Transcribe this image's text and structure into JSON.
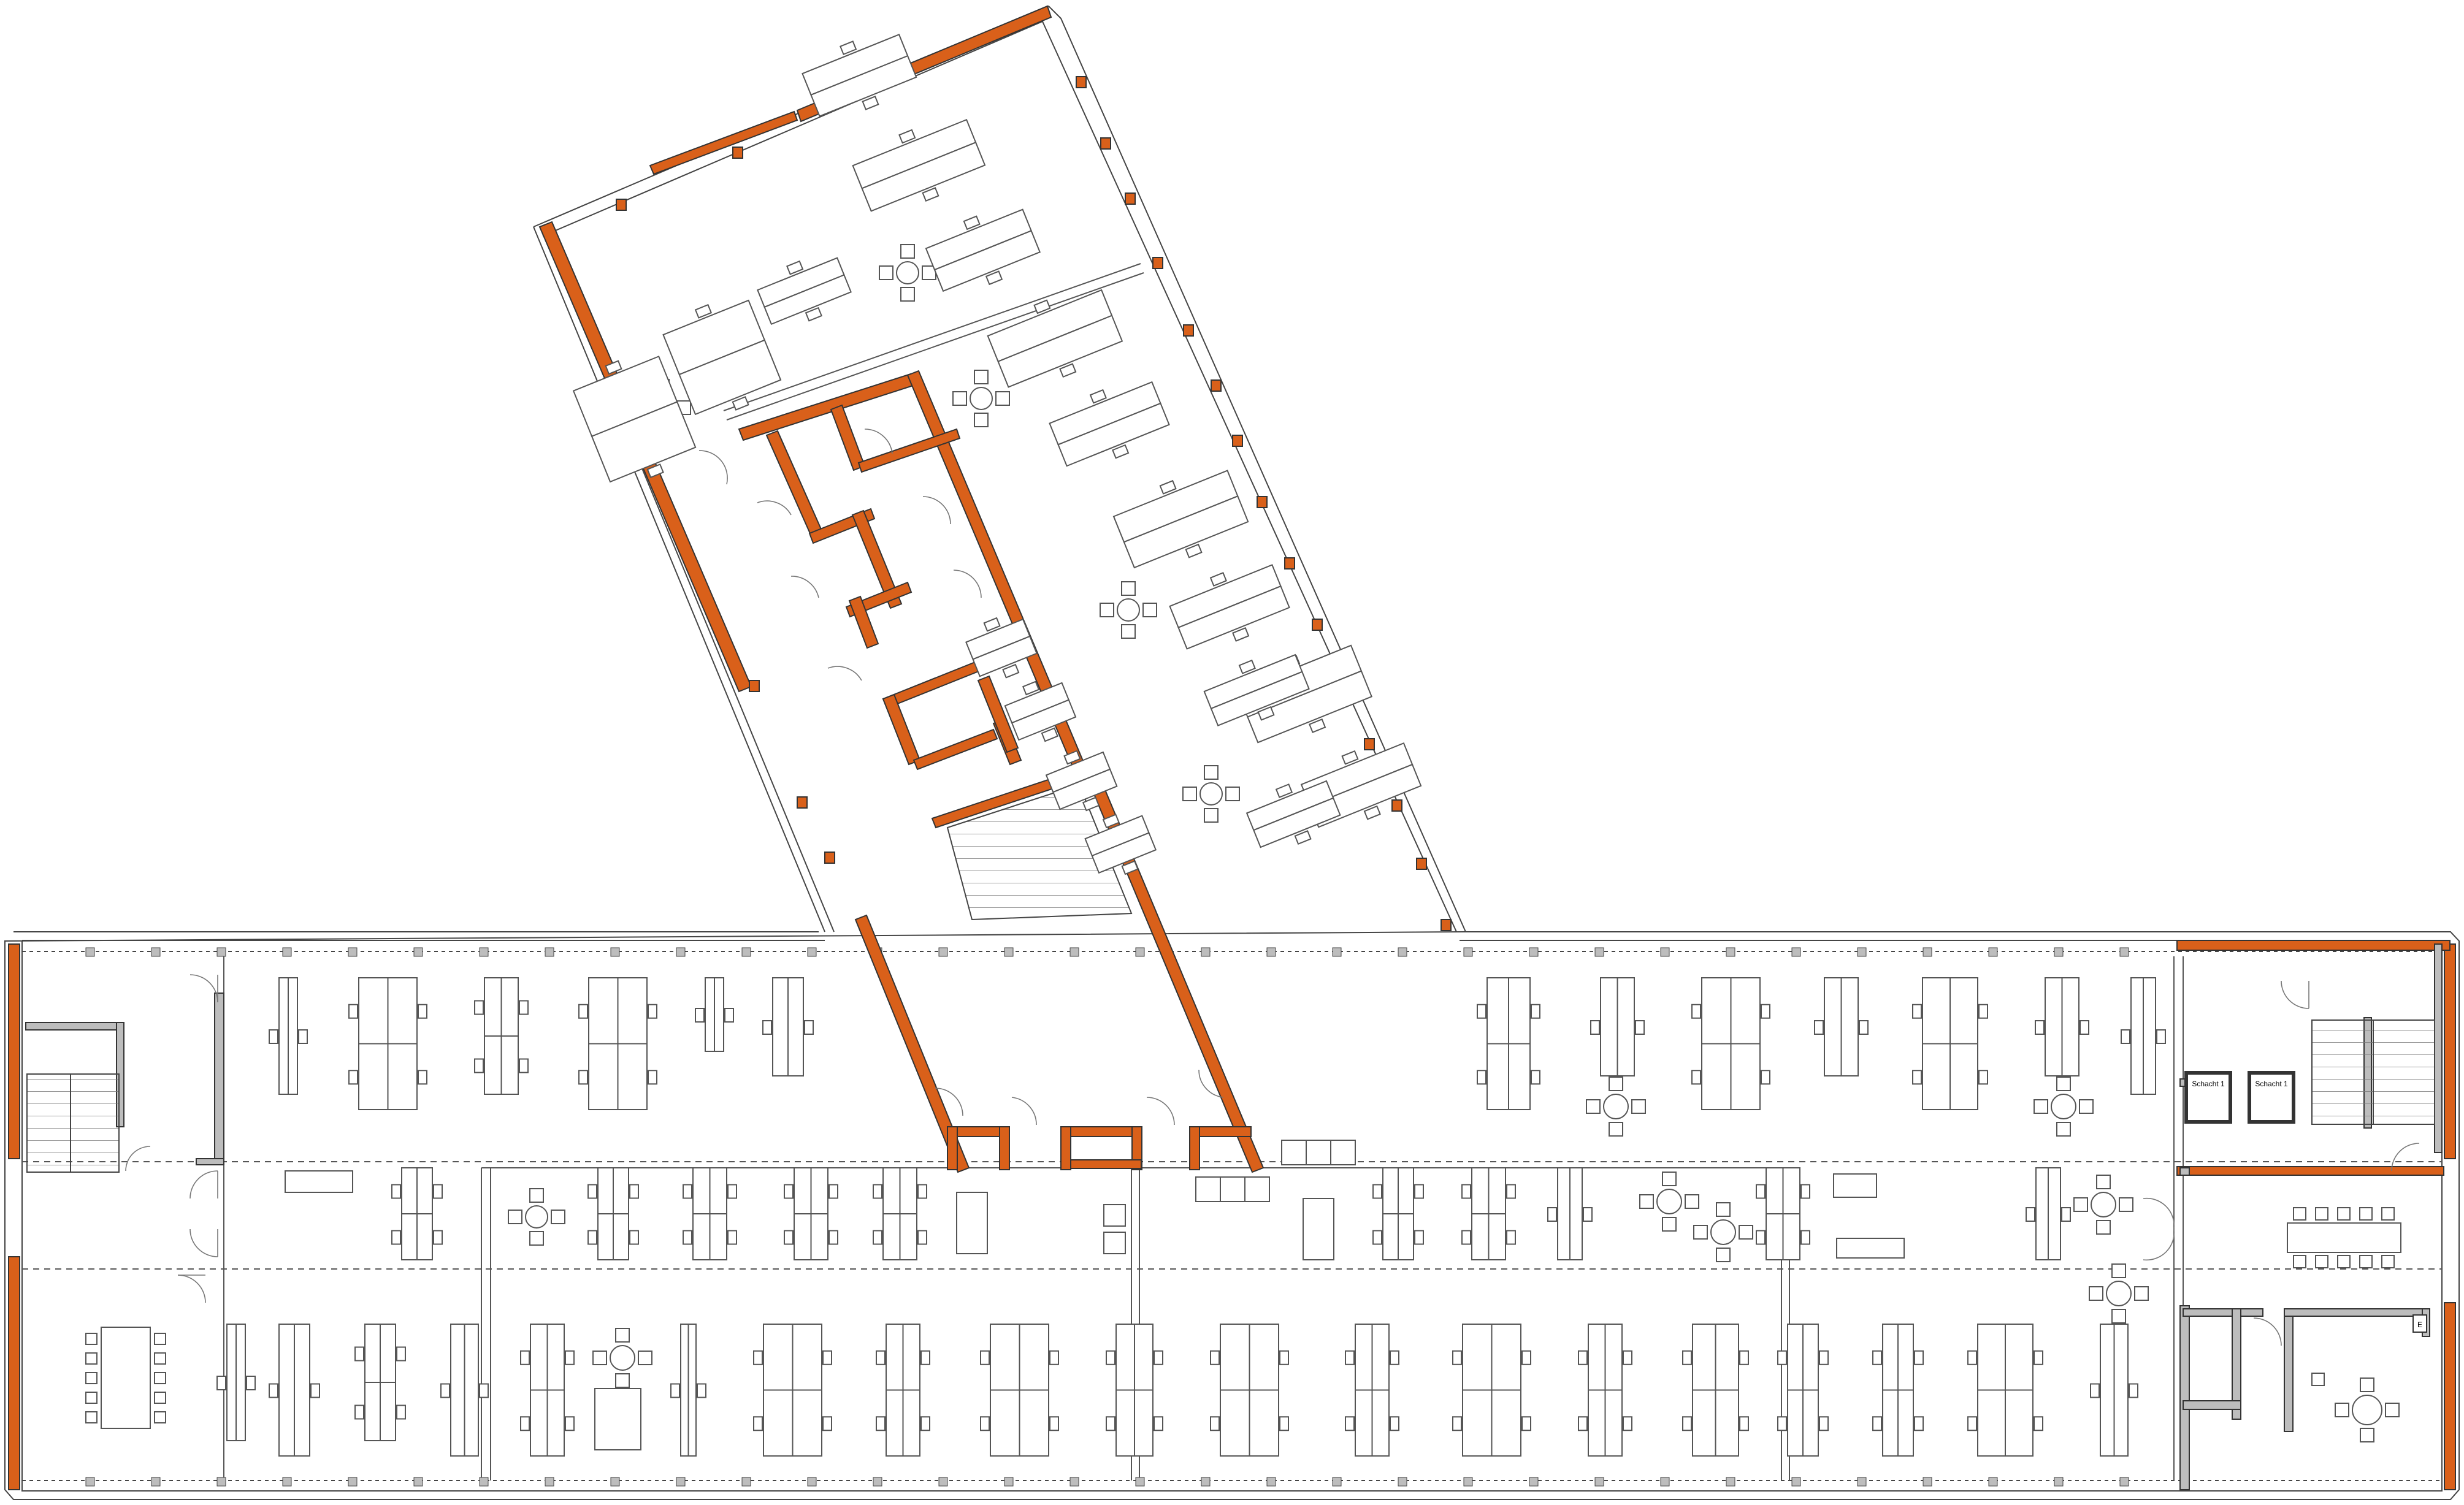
{
  "plan": {
    "labels": {
      "shaft_1": "Schacht 1",
      "shaft_2": "Schacht 1",
      "elevator_tag": "E"
    },
    "colors": {
      "wall_highlight": "#D9601A",
      "wall_outline": "#333333",
      "wall_grey": "#BDBDBD",
      "furniture_stroke": "#555555",
      "hatch": "#777777",
      "background": "#FFFFFF"
    }
  }
}
